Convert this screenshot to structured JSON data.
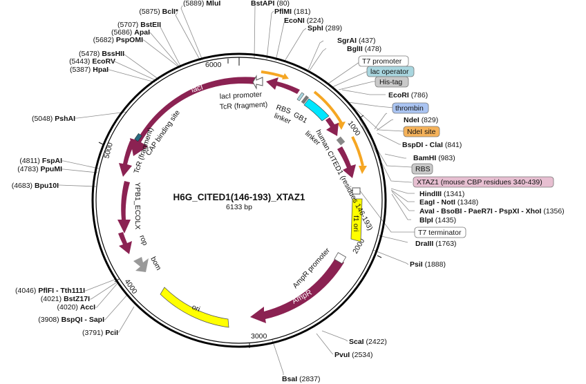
{
  "map": {
    "title": "H6G_CITED1(146-193)_XTAZ1",
    "size_label": "6133 bp",
    "length_bp": 6133,
    "ruler": [
      "1000",
      "2000",
      "3000",
      "4000",
      "5000",
      "6000"
    ]
  },
  "sites": [
    {
      "name": "MluI",
      "pos": "(5889)"
    },
    {
      "name": "BclI*",
      "pos": "(5875)"
    },
    {
      "name": "BstEII",
      "pos": "(5707)"
    },
    {
      "name": "ApaI",
      "pos": "(5686)"
    },
    {
      "name": "PspOMI",
      "pos": "(5682)"
    },
    {
      "name": "BssHII",
      "pos": "(5478)"
    },
    {
      "name": "EcoRV",
      "pos": "(5443)"
    },
    {
      "name": "HpaI",
      "pos": "(5387)"
    },
    {
      "name": "PshAI",
      "pos": "(5048)"
    },
    {
      "name": "FspAI",
      "pos": "(4811)"
    },
    {
      "name": "PpuMI",
      "pos": "(4783)"
    },
    {
      "name": "Bpu10I",
      "pos": "(4683)"
    },
    {
      "name": "PflFI - Tth111I",
      "pos": "(4046)"
    },
    {
      "name": "BstZ17I",
      "pos": "(4021)"
    },
    {
      "name": "AccI",
      "pos": "(4020)"
    },
    {
      "name": "BspQI - SapI",
      "pos": "(3908)"
    },
    {
      "name": "PciI",
      "pos": "(3791)"
    },
    {
      "name": "BsaI",
      "pos": "(2837)"
    },
    {
      "name": "PvuI",
      "pos": "(2534)"
    },
    {
      "name": "ScaI",
      "pos": "(2422)"
    },
    {
      "name": "PsiI",
      "pos": "(1888)"
    },
    {
      "name": "DraIII",
      "pos": "(1763)"
    },
    {
      "name": "BlpI",
      "pos": "(1435)"
    },
    {
      "name": "AvaI - BsoBI - PaeR7I - PspXI - XhoI",
      "pos": "(1356)"
    },
    {
      "name": "EagI - NotI",
      "pos": "(1348)"
    },
    {
      "name": "HindIII",
      "pos": "(1341)"
    },
    {
      "name": "BamHI",
      "pos": "(983)"
    },
    {
      "name": "BspDI - ClaI",
      "pos": "(841)"
    },
    {
      "name": "NdeI",
      "pos": "(829)"
    },
    {
      "name": "EcoRI",
      "pos": "(786)"
    },
    {
      "name": "BglII",
      "pos": "(478)"
    },
    {
      "name": "SgrAI",
      "pos": "(437)"
    },
    {
      "name": "SphI",
      "pos": "(289)"
    },
    {
      "name": "EcoNI",
      "pos": "(224)"
    },
    {
      "name": "PflMI",
      "pos": "(181)"
    },
    {
      "name": "BstAPI",
      "pos": "(80)"
    }
  ],
  "boxes": [
    {
      "label": "T7 promoter",
      "color": "#ffffff"
    },
    {
      "label": "lac operator",
      "color": "#a9d6df"
    },
    {
      "label": "His-tag",
      "color": "#c9c9c9"
    },
    {
      "label": "thrombin",
      "color": "#aac4f2"
    },
    {
      "label": "NdeI site",
      "color": "#f5b25a"
    },
    {
      "label": "RBS",
      "color": "#c9c9c9"
    },
    {
      "label": "XTAZ1 (mouse CBP residues 340-439)",
      "color": "#e7bfd1"
    },
    {
      "label": "T7 terminator",
      "color": "#ffffff"
    }
  ],
  "features": {
    "lacI": "lacI",
    "lacI_promoter": "lacI promoter",
    "tcr_fragment": "TcR (fragment)",
    "cap_site": "CAP binding site",
    "tcr_fragment2": "TcR (fragment)",
    "ypb1": "YPB1_ECOLX",
    "rop": "rop",
    "bom": "bom",
    "ori": "ori",
    "ampr": "AmpR",
    "ampr_promoter": "AmpR promoter",
    "f1_ori": "f1 ori",
    "rbs": "RBS",
    "gb1": "GB1",
    "linker1": "linker",
    "linker2": "linker",
    "cited1": "human CITED1 (residues 146-193)"
  },
  "colors": {
    "cds": "#8b2252",
    "ori": "#ffff00",
    "promoter": "#ffffff",
    "gb1": "#00e6ff",
    "arrow_orange": "#f5a623",
    "bom": "#999999"
  }
}
